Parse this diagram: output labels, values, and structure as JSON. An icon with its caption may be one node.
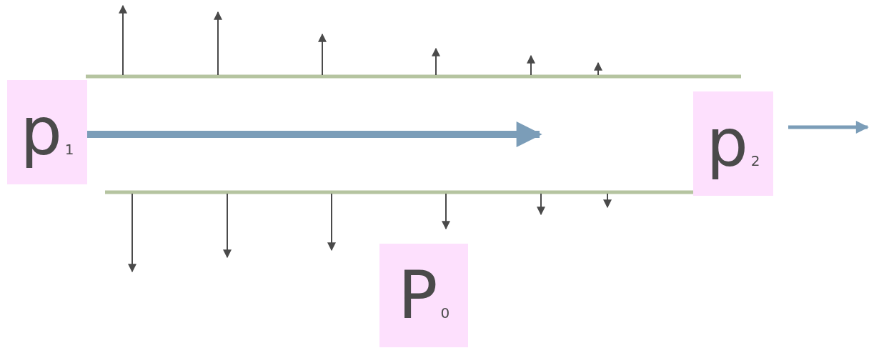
{
  "diagram": {
    "nodes": [
      {
        "text": [
          "p$_{1}$"
        ]
      },
      {
        "text": [
          "p$_{2}$"
        ]
      },
      {
        "text": [
          "P$_{0}$"
        ]
      }
    ],
    "edges": [
      {
        "from": 0,
        "to": null,
        "arrow": "to",
        "style": "thick"
      },
      {
        "from": 1,
        "to": null,
        "arrow": "to"
      }
    ]
  }
}
